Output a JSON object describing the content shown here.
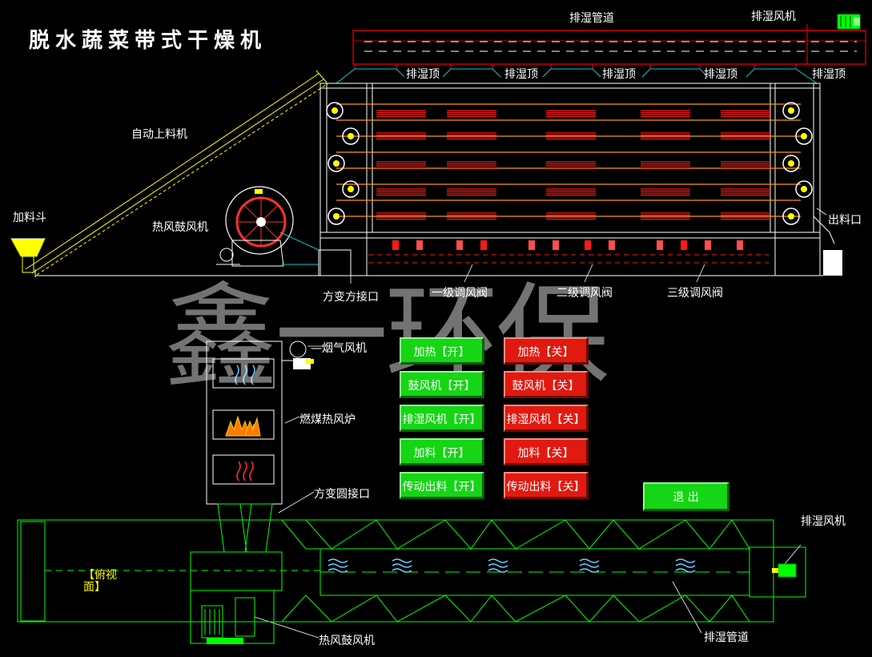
{
  "title": "脱水蔬菜带式干燥机",
  "watermark": "鑫一环保",
  "colors": {
    "frame": "#ffffff",
    "conveyor": "#ffff00",
    "heating": "#ff1a1a",
    "plan": "#00ff00",
    "duct": "#ff0000",
    "on_button": "#15d515",
    "off_button": "#e01a10",
    "wave": "#66ccff",
    "flame": "#ff7a00"
  },
  "labels": {
    "exhaust_pipe_top": "排湿管道",
    "exhaust_fan_top": "排湿风机",
    "auto_feeder": "自动上料机",
    "hopper": "加料斗",
    "hot_air_fan_side": "热风鼓风机",
    "exhaust_tops": [
      "排湿顶",
      "排湿顶",
      "排湿顶",
      "排湿顶",
      "排湿顶"
    ],
    "discharge": "出料口",
    "square_connector": "方变方接口",
    "damper_1": "一级调风阀",
    "damper_2": "二级调风阀",
    "damper_3": "三级调风阀",
    "flue_fan": "—烟气风机",
    "coal_furnace": "燃煤热风炉",
    "round_connector": "方变圆接口",
    "plan_view_1": "【俯视",
    "plan_view_2": "面】",
    "exhaust_fan_plan": "排湿风机",
    "hot_air_fan_plan": "热风鼓风机",
    "exhaust_pipe_plan": "排湿管道"
  },
  "buttons": {
    "heat_on": "加热【开】",
    "heat_off": "加热【关】",
    "blower_on": "鼓风机【开】",
    "blower_off": "鼓风机【关】",
    "exhaust_on": "排湿风机【开】",
    "exhaust_off": "排湿风机【关】",
    "feed_on": "加料【开】",
    "feed_off": "加料【关】",
    "drive_on": "传动出料【开】",
    "drive_off": "传动出料【关】",
    "exit": "退 出"
  }
}
